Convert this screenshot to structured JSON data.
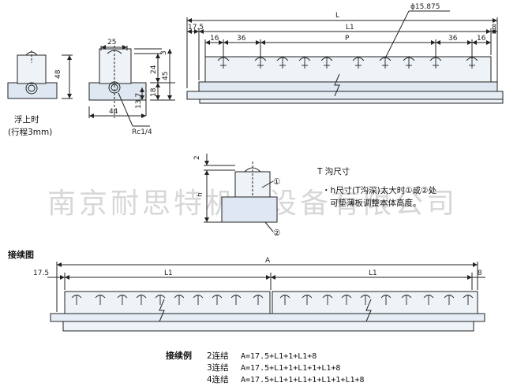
{
  "dims": {
    "L": "L",
    "phi": "ϕ15.875",
    "d17_5": "17.5",
    "L1": "L1",
    "d8": "8",
    "d16": "16",
    "d36": "36",
    "P": "P",
    "d25": "25",
    "d3": "3",
    "d24": "24",
    "d45": "45",
    "d18": "18",
    "d13_7": "13.7",
    "d48": "48",
    "d44": "44",
    "Rc": "Rc1/4",
    "d2": "2",
    "h": "h",
    "A": "A",
    "circ1": "①",
    "circ2": "②"
  },
  "float_note": {
    "line1": "浮上时",
    "line2": "(行程3mm)"
  },
  "t_groove": {
    "title": "T 沟尺寸",
    "line1": "・h尺寸(T沟深)太大时①或②处",
    "line2": "可垫薄板调整本体高度。"
  },
  "connection_title": "接续图",
  "examples": {
    "label": "接续例",
    "rows": [
      {
        "name": "2连结",
        "formula": "A=17.5+L1+1+L1+8"
      },
      {
        "name": "3连结",
        "formula": "A=17.5+L1+1+L1+1+L1+8"
      },
      {
        "name": "4连结",
        "formula": "A=17.5+L1+1+L1+1+L1+1+L1+8"
      }
    ]
  },
  "watermark": "南京耐思特机电设备有限公司"
}
